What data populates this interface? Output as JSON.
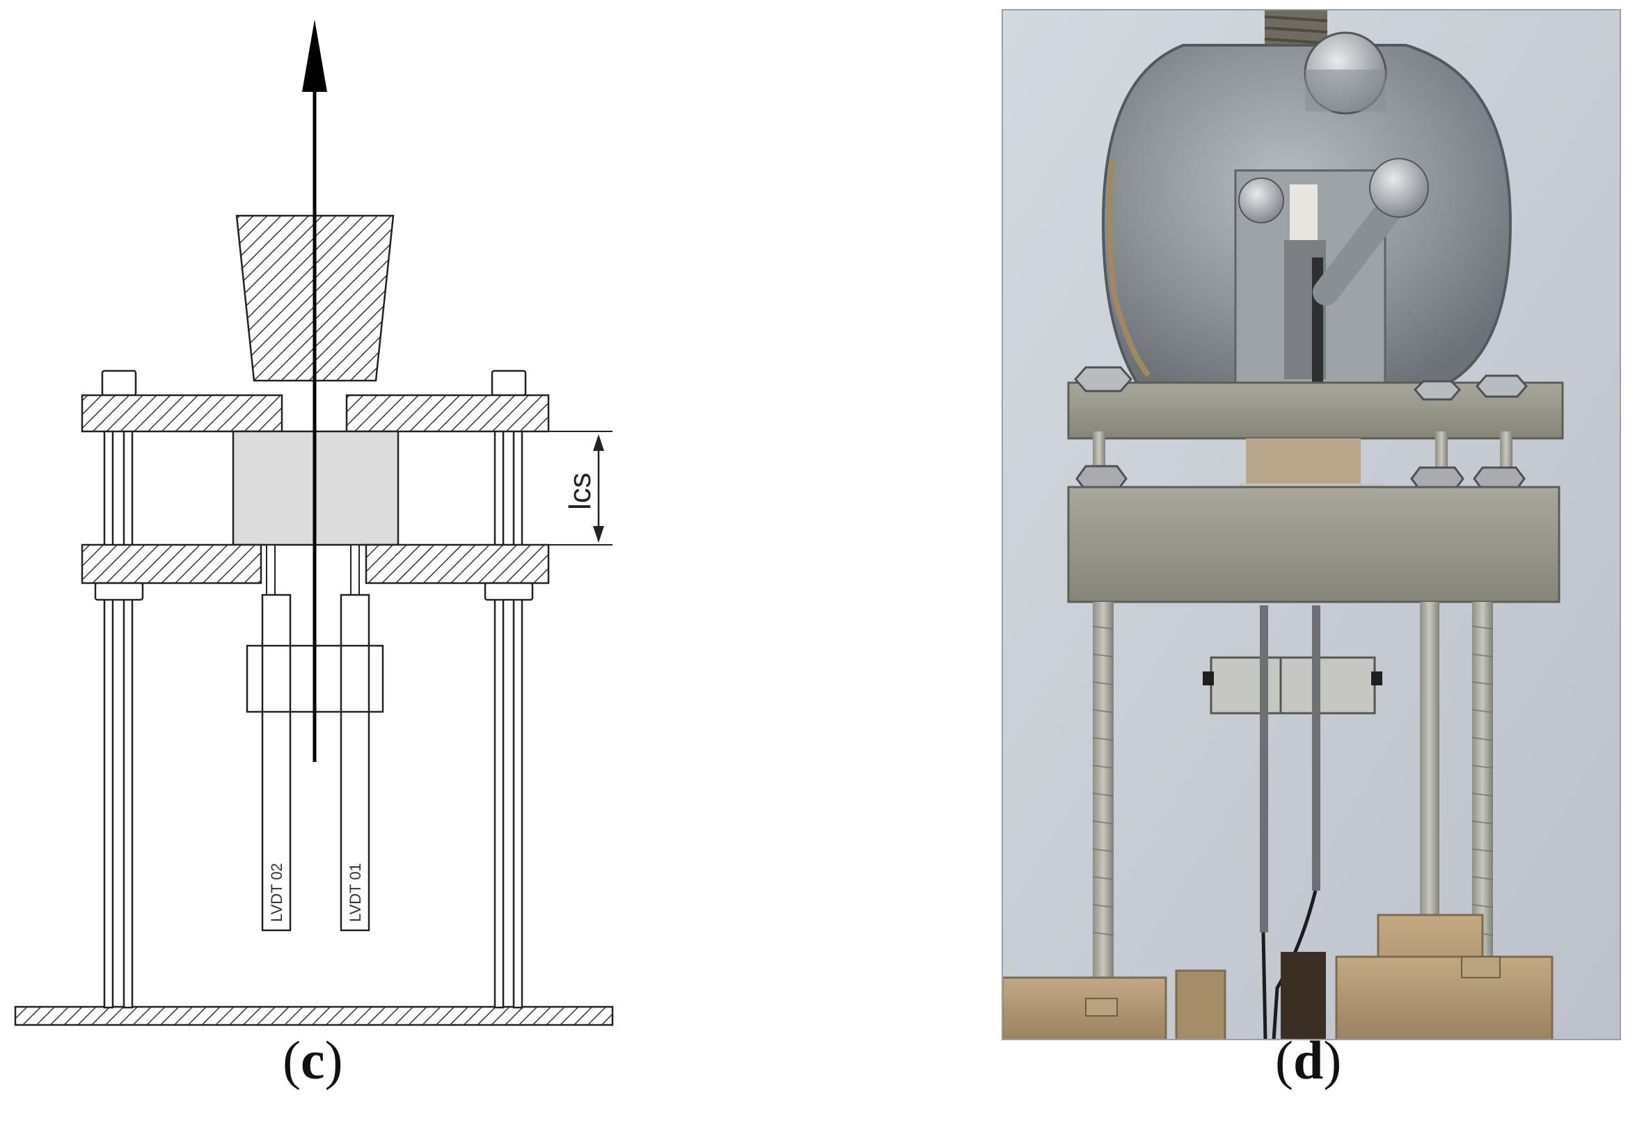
{
  "panels": {
    "left": {
      "label": "c",
      "lvdt_left": "LVDT 02",
      "lvdt_right": "LVDT 01",
      "dimension_label": "lcs"
    },
    "right": {
      "label": "d",
      "description_kind": "photograph"
    }
  },
  "colors": {
    "line": "#222222",
    "specimen_fill": "#dcdcdc",
    "background": "#ffffff",
    "photo_wall": "#c9ced6",
    "photo_metal": "#9aa0a6",
    "photo_brass": "#b09870"
  }
}
